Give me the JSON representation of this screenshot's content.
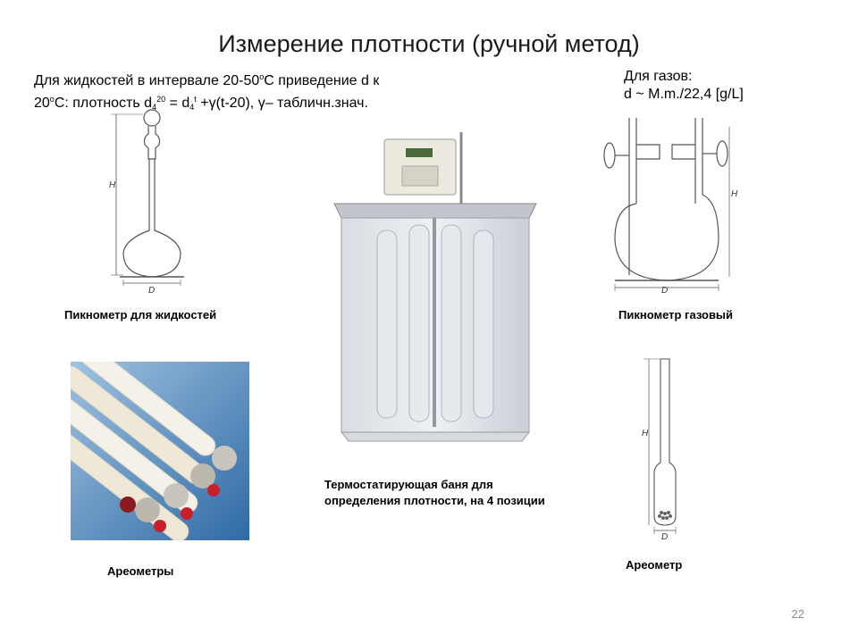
{
  "slide": {
    "title": "Измерение плотности (ручной метод)",
    "liquids": {
      "line1_a": "Для жидкостей в интервале 20-50",
      "line1_sup": "o",
      "line1_b": "С приведение d к",
      "line2_a": "20",
      "line2_sup1": "o",
      "line2_b": "С: плотность d",
      "line2_sub1": "4",
      "line2_sup2": "20",
      "line2_c": " = d",
      "line2_sub2": "4",
      "line2_sup3": "t",
      "line2_d": " +",
      "gamma1": "γ",
      "line2_e": "(t-20), ",
      "gamma2": "γ",
      "line2_f": "– табличн.знач."
    },
    "gases": {
      "line1": "Для газов:",
      "line2": "d ~ M.m./22,4 [g/L]"
    },
    "captions": {
      "pycnometer_liquid": "Пикнометр для жидкостей",
      "pycnometer_gas": "Пикнометр газовый",
      "bath": "Термостатирующая баня для определения плотности, на 4 позиции",
      "areometers": "Ареометры",
      "areometer": "Ареометр"
    },
    "diagram_labels": {
      "H": "H",
      "D": "D"
    },
    "page_number": "22"
  }
}
